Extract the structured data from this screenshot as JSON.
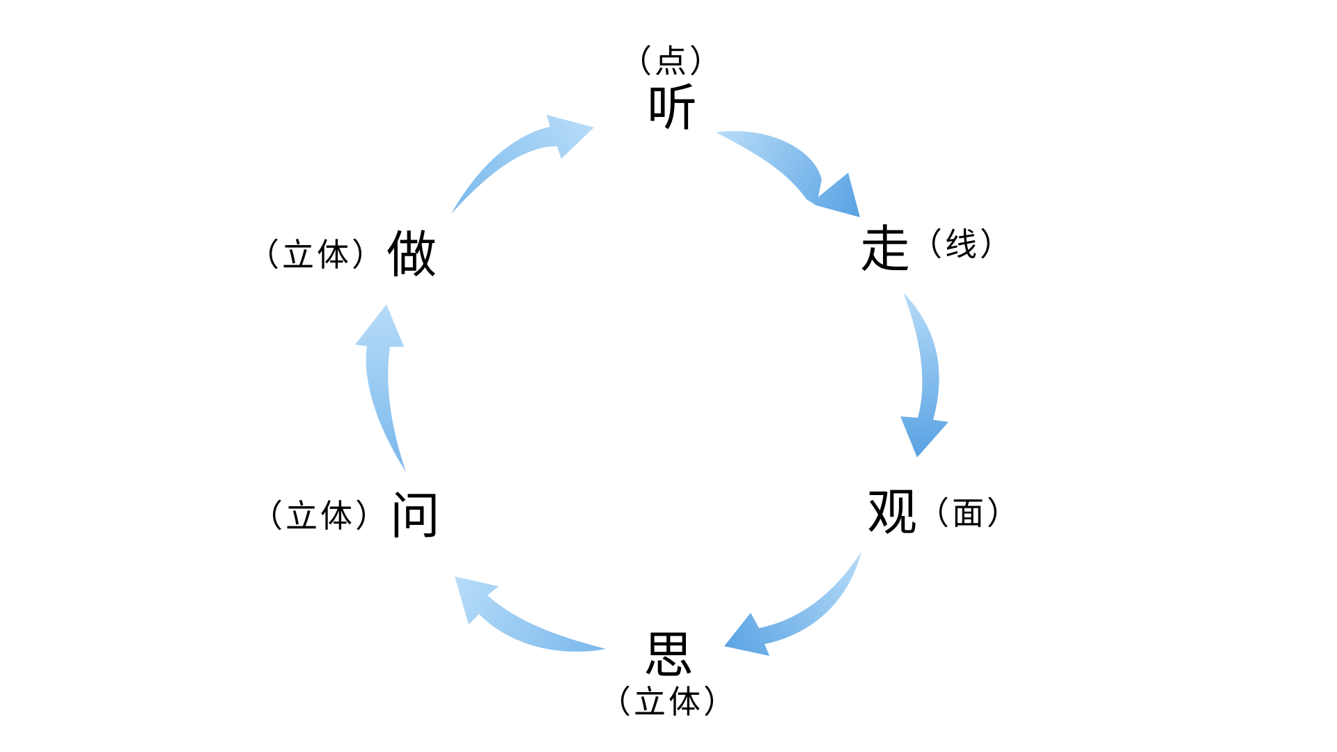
{
  "nodes": {
    "listen": {
      "main": "听",
      "sub": "（点）"
    },
    "walk": {
      "main": "走",
      "sub": "（线）"
    },
    "observe": {
      "main": "观",
      "sub": "（面）"
    },
    "think": {
      "main": "思",
      "sub": "（立体）"
    },
    "ask": {
      "main": "问",
      "sub": "（立体）"
    },
    "do": {
      "main": "做",
      "sub": "（立体）"
    }
  },
  "colors": {
    "arrow_light": "#a9d3f5",
    "arrow_dark": "#5aa3e3",
    "text": "#000000"
  }
}
